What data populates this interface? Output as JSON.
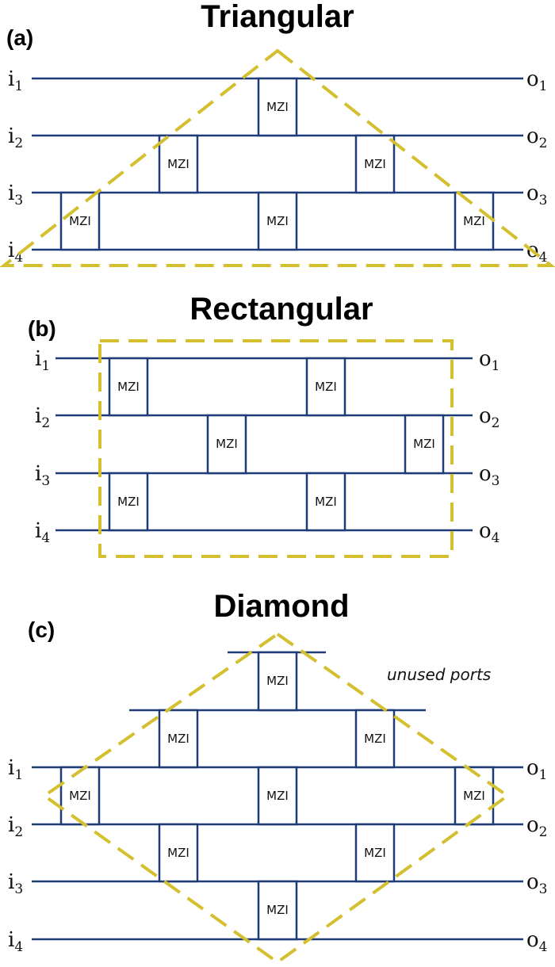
{
  "mzi_label": "MZI",
  "input_prefix": "i",
  "output_prefix": "o",
  "colors": {
    "waveguide": "#1f3b78",
    "outline": "#d4bf2e"
  },
  "panels": [
    {
      "id": "a",
      "label": "(a)",
      "title": "Triangular",
      "inputs": [
        "1",
        "2",
        "3",
        "4"
      ],
      "outputs": [
        "1",
        "2",
        "3",
        "4"
      ],
      "mzi_count": 6
    },
    {
      "id": "b",
      "label": "(b)",
      "title": "Rectangular",
      "inputs": [
        "1",
        "2",
        "3",
        "4"
      ],
      "outputs": [
        "1",
        "2",
        "3",
        "4"
      ],
      "mzi_count": 6
    },
    {
      "id": "c",
      "label": "(c)",
      "title": "Diamond",
      "inputs": [
        "1",
        "2",
        "3",
        "4"
      ],
      "outputs": [
        "1",
        "2",
        "3",
        "4"
      ],
      "mzi_count": 9,
      "annotation": "unused ports"
    }
  ]
}
